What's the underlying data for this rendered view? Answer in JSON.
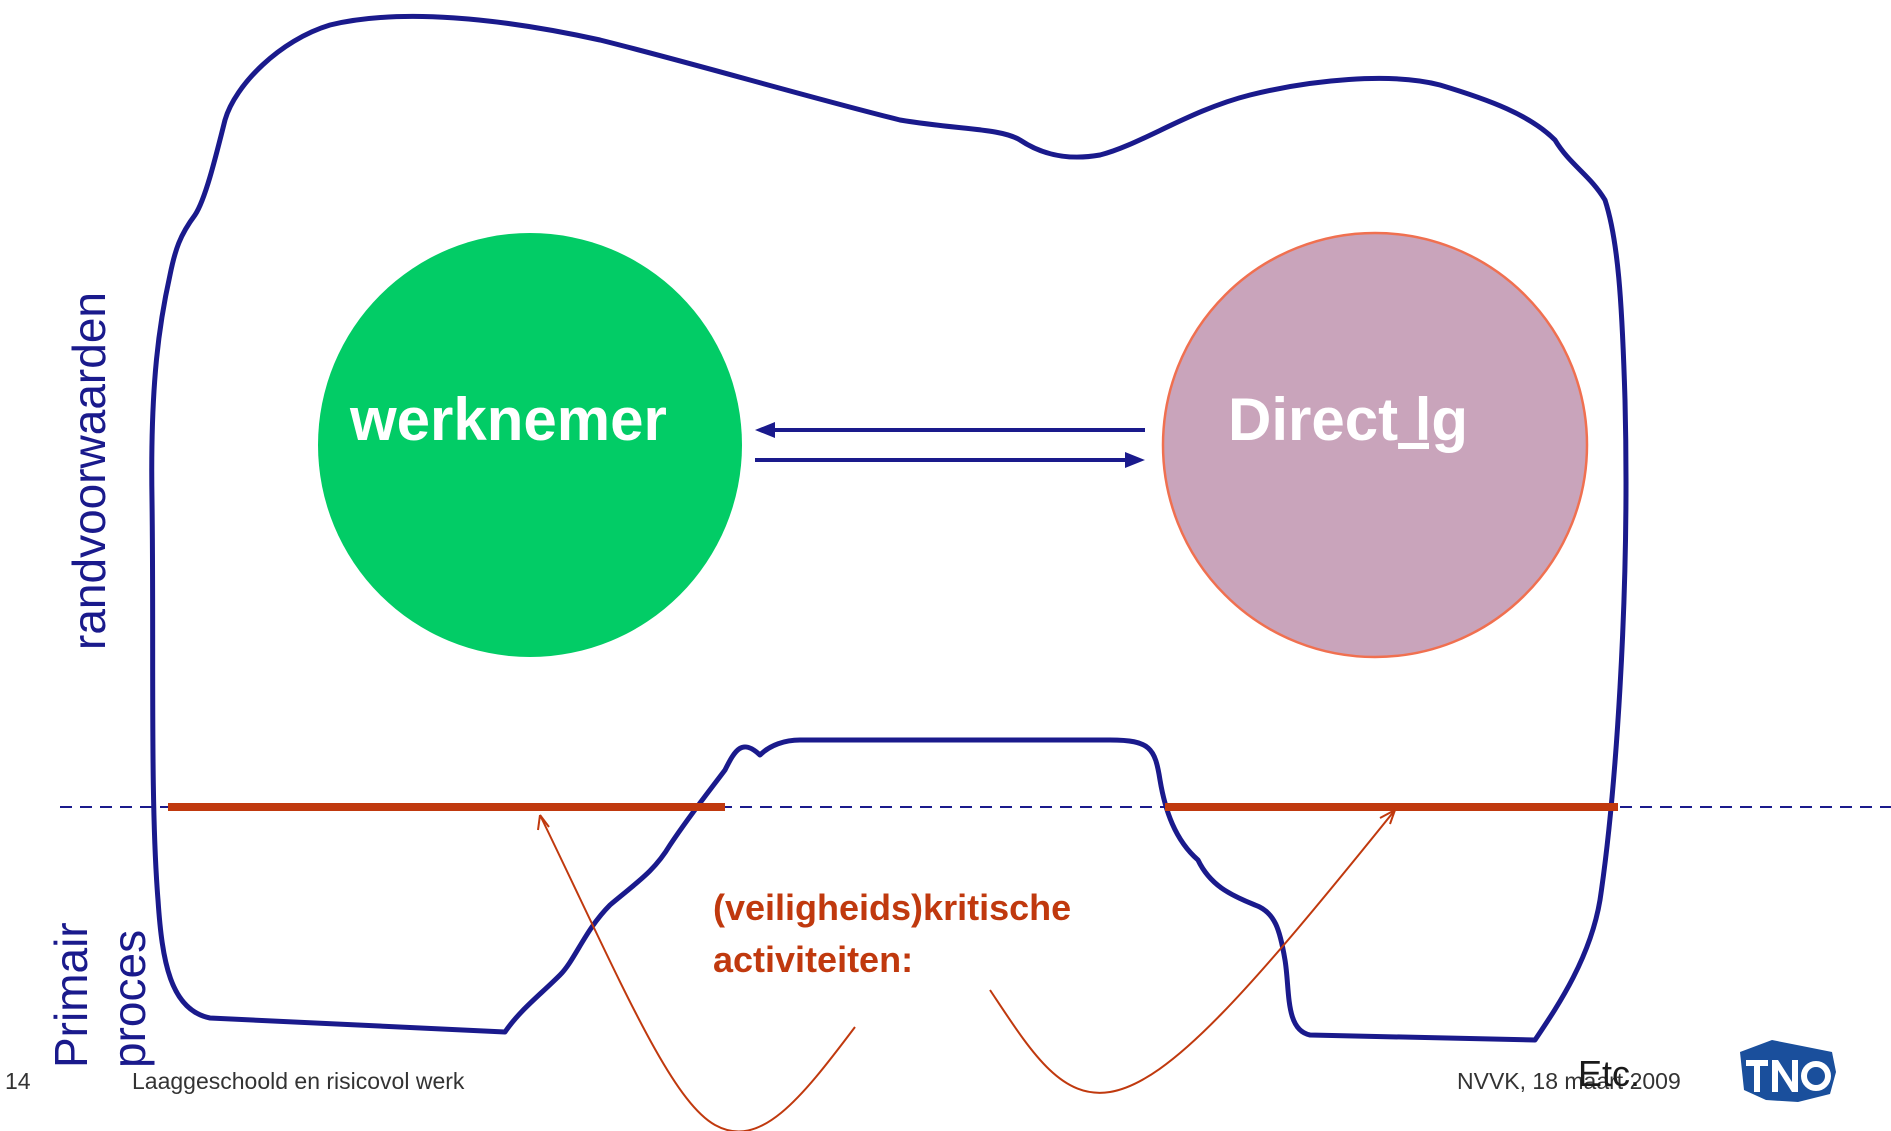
{
  "labels": {
    "randvoorwaarden": "randvoorwaarden",
    "primair": "Primair",
    "proces": "proces",
    "werknemer": "werknemer",
    "direct_prefix": "Direct",
    "direct_lg": " lg",
    "critical_line1": "(veiligheids)kritische",
    "critical_line2": "activiteiten:",
    "etc": "Etc."
  },
  "footer": {
    "page_number": "14",
    "title": "Laaggeschoold en risicovol werk",
    "event": "NVVK, 18 maart 2009",
    "logo_text": "TNO"
  },
  "colors": {
    "outline": "#1a1a8c",
    "werknemer_circle": "#02cc66",
    "direct_circle": "#c9a4bb",
    "direct_circle_border": "#f07050",
    "critical": "#c0390e"
  }
}
